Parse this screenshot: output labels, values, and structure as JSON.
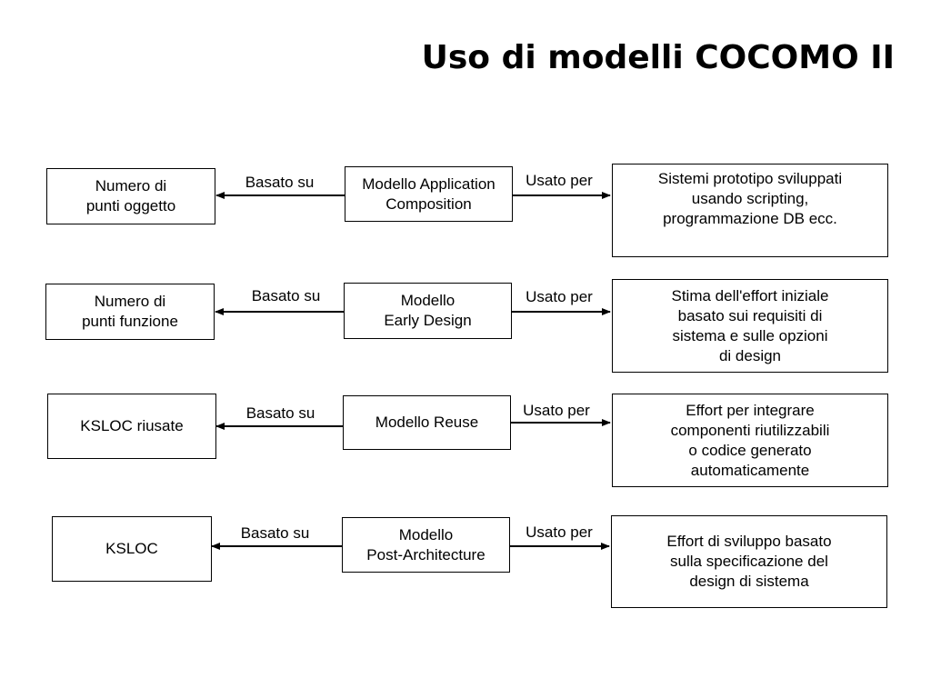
{
  "title": "Uso di modelli COCOMO II",
  "rows": [
    {
      "basis": "Numero di\npunti oggetto",
      "basis_label": "Basato su",
      "model": "Modello Application\nComposition",
      "use_label": "Usato per",
      "usage": "Sistemi prototipo sviluppati\nusando scripting,\nprogrammazione DB ecc."
    },
    {
      "basis": "Numero di\npunti funzione",
      "basis_label": "Basato su",
      "model": "Modello\nEarly Design",
      "use_label": "Usato per",
      "usage": "Stima dell'effort iniziale\nbasato sui requisiti di\nsistema e sulle opzioni\ndi design"
    },
    {
      "basis": "KSLOC riusate",
      "basis_label": "Basato su",
      "model": "Modello Reuse",
      "use_label": "Usato per",
      "usage": "Effort per integrare\ncomponenti riutilizzabili\no codice generato\nautomaticamente"
    },
    {
      "basis": "KSLOC",
      "basis_label": "Basato su",
      "model": "Modello\nPost-Architecture",
      "use_label": "Usato per",
      "usage": "Effort di sviluppo basato\nsulla specificazione del\ndesign di sistema"
    }
  ]
}
